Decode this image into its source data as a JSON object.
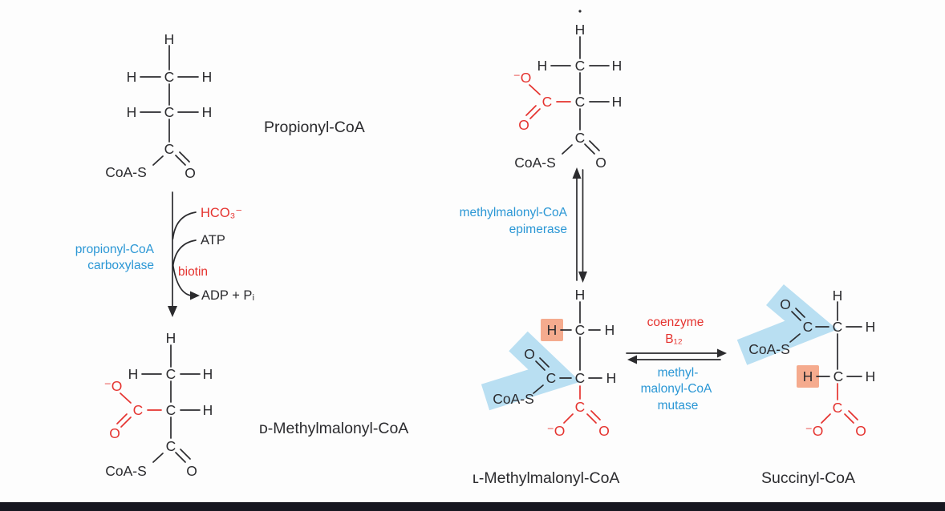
{
  "palette": {
    "bond_black": "#2b2b2e",
    "accent_red": "#e5332f",
    "accent_blue": "#2b97d5",
    "highlight_blue": "#b9dff2",
    "highlight_orange": "#f5ab8e",
    "bottom_bar": "#171720"
  },
  "atoms": {
    "h": "H",
    "c": "C",
    "o": "O",
    "o_minus": "⁻O",
    "coas": "CoA-S"
  },
  "molecules": {
    "propionyl_label": "Propionyl-CoA",
    "d_methylmalonyl_label": "ᴅ-Methylmalonyl-CoA",
    "l_methylmalonyl_label": "ʟ-Methylmalonyl-CoA",
    "succinyl_label": "Succinyl-CoA"
  },
  "reaction_carboxylase": {
    "enzyme_line1": "propionyl-CoA",
    "enzyme_line2": "carboxylase",
    "cofactor": "biotin",
    "input1": "HCO₃⁻",
    "input2": "ATP",
    "output": "ADP + Pᵢ"
  },
  "reaction_epimerase": {
    "enzyme_line1": "methylmalonyl-CoA",
    "enzyme_line2": "epimerase"
  },
  "reaction_mutase": {
    "cofactor_line1": "coenzyme",
    "cofactor_line2": "B₁₂",
    "enzyme_line1": "methyl-",
    "enzyme_line2": "malonyl-CoA",
    "enzyme_line3": "mutase"
  }
}
